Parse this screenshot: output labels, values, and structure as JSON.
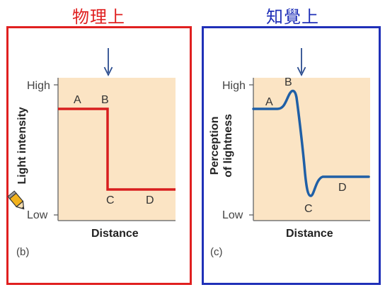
{
  "colors": {
    "left_frame": "#e02020",
    "right_frame": "#2030b8",
    "plot_bg": "#fbe4c4",
    "curve_left": "#d81e1e",
    "curve_right": "#1f5fa6",
    "arrow": "#2a4c8f"
  },
  "titles": {
    "left": "物理上",
    "right": "知覺上"
  },
  "left_panel": {
    "ylabel": "Light intensity",
    "xlabel": "Distance",
    "y_high": "High",
    "y_low": "Low",
    "points": {
      "A": "A",
      "B": "B",
      "C": "C",
      "D": "D"
    },
    "panel_label": "(b)",
    "icon": "pencil-icon"
  },
  "right_panel": {
    "ylabel_line1": "Perception",
    "ylabel_line2": "of lightness",
    "xlabel": "Distance",
    "y_high": "High",
    "y_low": "Low",
    "points": {
      "A": "A",
      "B": "B",
      "C": "C",
      "D": "D"
    },
    "panel_label": "(c)"
  }
}
